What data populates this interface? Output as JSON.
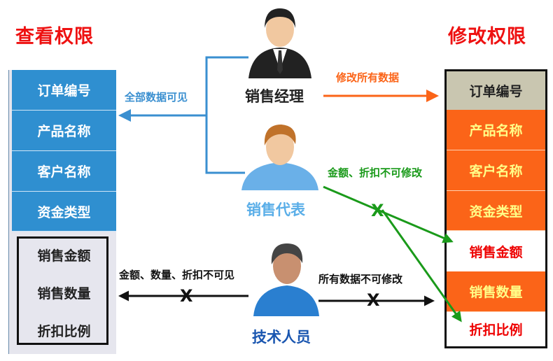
{
  "titles": {
    "view": "查看权限",
    "edit": "修改权限"
  },
  "fields": [
    "订单编号",
    "产品名称",
    "客户名称",
    "资金类型",
    "销售金额",
    "销售数量",
    "折扣比例"
  ],
  "view_fields": [
    "订单编号",
    "产品名称",
    "客户名称",
    "资金类型",
    "销售金额",
    "销售数量",
    "折扣比例"
  ],
  "edit_fields": [
    "订单编号",
    "产品名称",
    "客户名称",
    "资金类型",
    "销售金额",
    "销售数量",
    "折扣比例"
  ],
  "roles": {
    "manager": "销售经理",
    "rep": "销售代表",
    "tech": "技术人员"
  },
  "labels": {
    "all_visible": "全部数据可见",
    "edit_all": "修改所有数据",
    "rep_no_edit": "金额、折扣不可修改",
    "tech_no_view": "金额、数量、折扣不可见",
    "tech_no_edit": "所有数据不可修改",
    "x_mark": "X"
  },
  "colors": {
    "blue": "#2f8fd0",
    "orange": "#fb6418",
    "green": "#1a9a1a",
    "red": "#ee1111"
  }
}
